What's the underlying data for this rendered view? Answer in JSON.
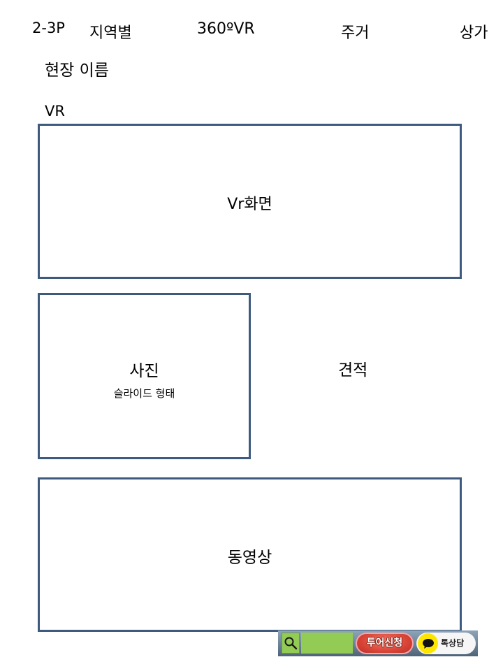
{
  "header": {
    "page_label": "2-3P",
    "nav": {
      "region": "지역별",
      "vr": "360ºVR",
      "residential": "주거",
      "commercial": "상가"
    }
  },
  "site_name": "현장 이름",
  "vr_section": {
    "label": "VR",
    "placeholder": "Vr화면"
  },
  "photo_section": {
    "title": "사진",
    "subtitle": "슬라이드 형태"
  },
  "estimate_label": "견적",
  "video_section": {
    "title": "동영상"
  },
  "float_bar": {
    "search_icon": "search-icon",
    "tour_label": "투어신청",
    "kakao_icon": "kakao-chat-icon",
    "kakao_label": "톡상담",
    "colors": {
      "search_bg": "#93cc55",
      "tour_bg": "#d94436",
      "kakao_yellow": "#fde500"
    }
  },
  "colors": {
    "box_border": "#3e5a7e"
  }
}
